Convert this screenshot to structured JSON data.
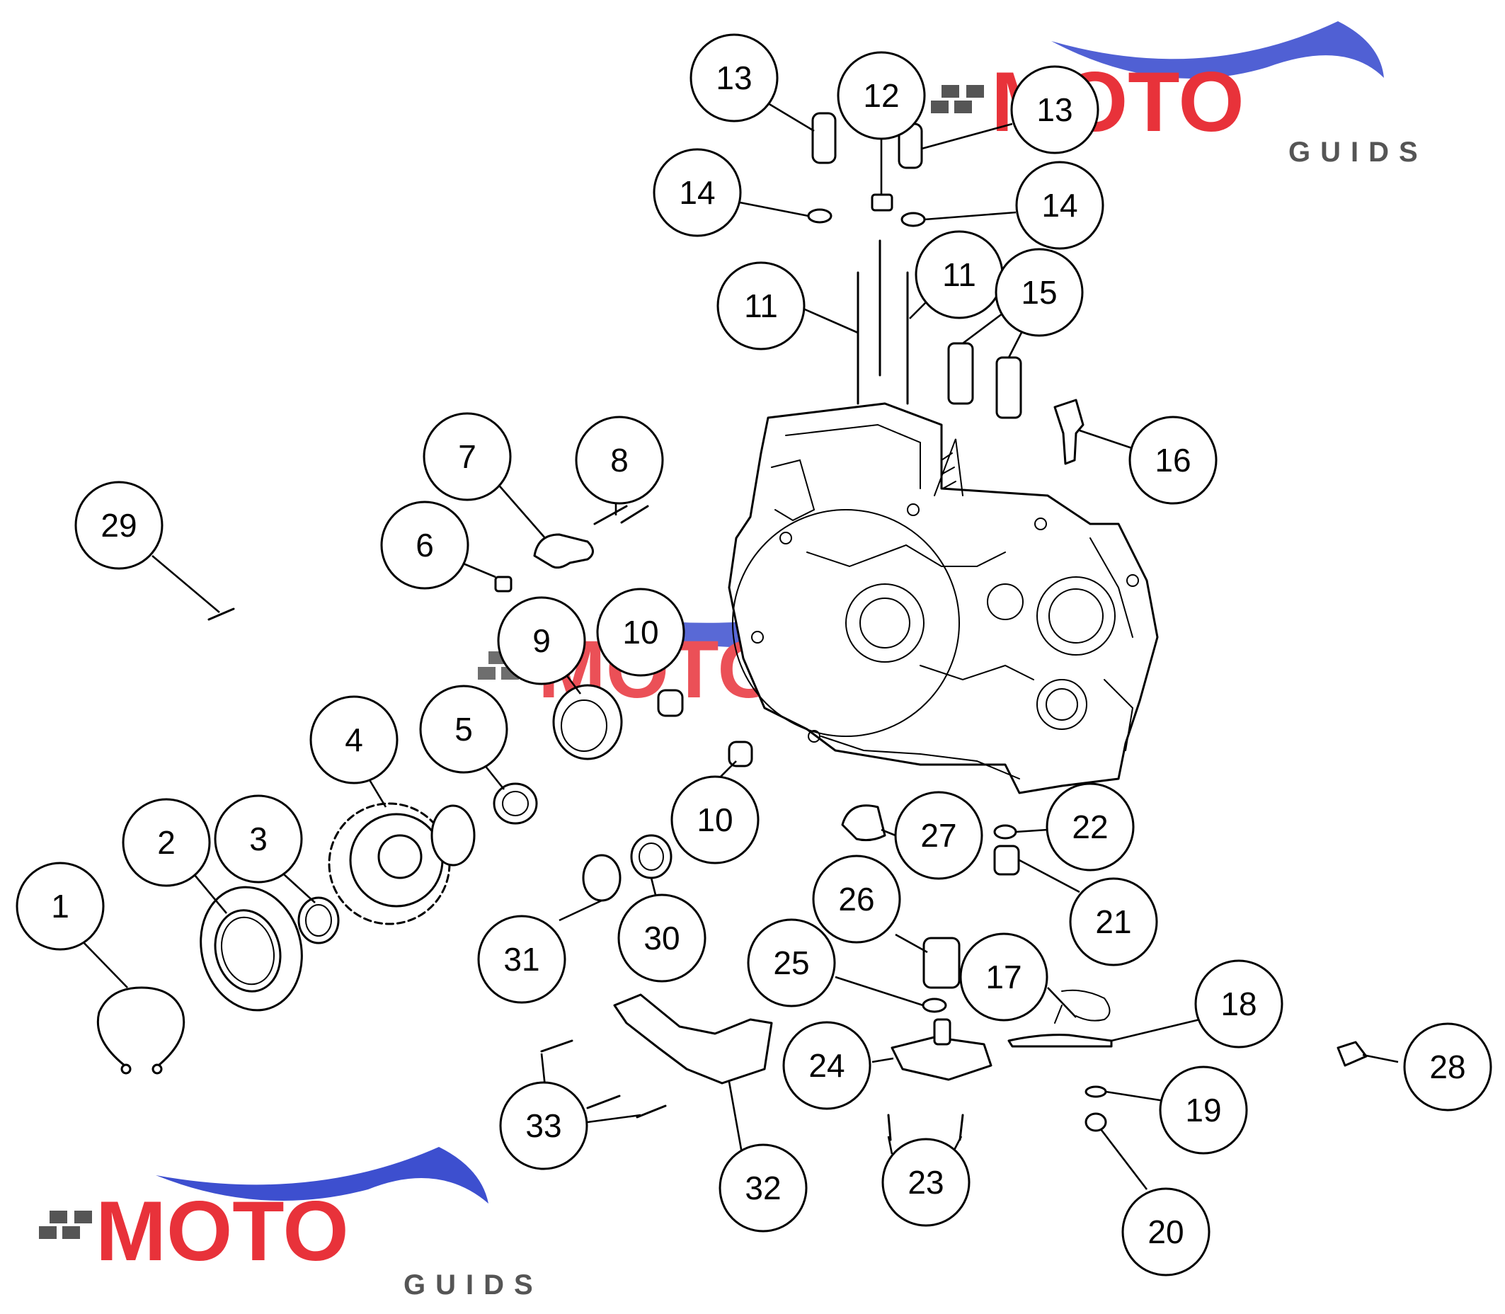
{
  "diagram": {
    "callouts": [
      {
        "id": "c1",
        "label": "1"
      },
      {
        "id": "c2",
        "label": "2"
      },
      {
        "id": "c3",
        "label": "3"
      },
      {
        "id": "c4",
        "label": "4"
      },
      {
        "id": "c5",
        "label": "5"
      },
      {
        "id": "c6",
        "label": "6"
      },
      {
        "id": "c7",
        "label": "7"
      },
      {
        "id": "c8",
        "label": "8"
      },
      {
        "id": "c9",
        "label": "9"
      },
      {
        "id": "c10a",
        "label": "10"
      },
      {
        "id": "c10b",
        "label": "10"
      },
      {
        "id": "c11a",
        "label": "11"
      },
      {
        "id": "c11b",
        "label": "11"
      },
      {
        "id": "c12",
        "label": "12"
      },
      {
        "id": "c13a",
        "label": "13"
      },
      {
        "id": "c13b",
        "label": "13"
      },
      {
        "id": "c14a",
        "label": "14"
      },
      {
        "id": "c14b",
        "label": "14"
      },
      {
        "id": "c15",
        "label": "15"
      },
      {
        "id": "c16",
        "label": "16"
      },
      {
        "id": "c17",
        "label": "17"
      },
      {
        "id": "c18",
        "label": "18"
      },
      {
        "id": "c19",
        "label": "19"
      },
      {
        "id": "c20",
        "label": "20"
      },
      {
        "id": "c21",
        "label": "21"
      },
      {
        "id": "c22",
        "label": "22"
      },
      {
        "id": "c23",
        "label": "23"
      },
      {
        "id": "c24",
        "label": "24"
      },
      {
        "id": "c25",
        "label": "25"
      },
      {
        "id": "c26",
        "label": "26"
      },
      {
        "id": "c27",
        "label": "27"
      },
      {
        "id": "c28",
        "label": "28"
      },
      {
        "id": "c29",
        "label": "29"
      },
      {
        "id": "c30",
        "label": "30"
      },
      {
        "id": "c31",
        "label": "31"
      },
      {
        "id": "c32",
        "label": "32"
      },
      {
        "id": "c33",
        "label": "33"
      }
    ]
  },
  "watermark": {
    "brand_word": "MOTO",
    "sub_word": "GUIDS",
    "colors": {
      "red": "#e8323a",
      "blue": "#3d4fcf",
      "gray": "#555555"
    }
  }
}
